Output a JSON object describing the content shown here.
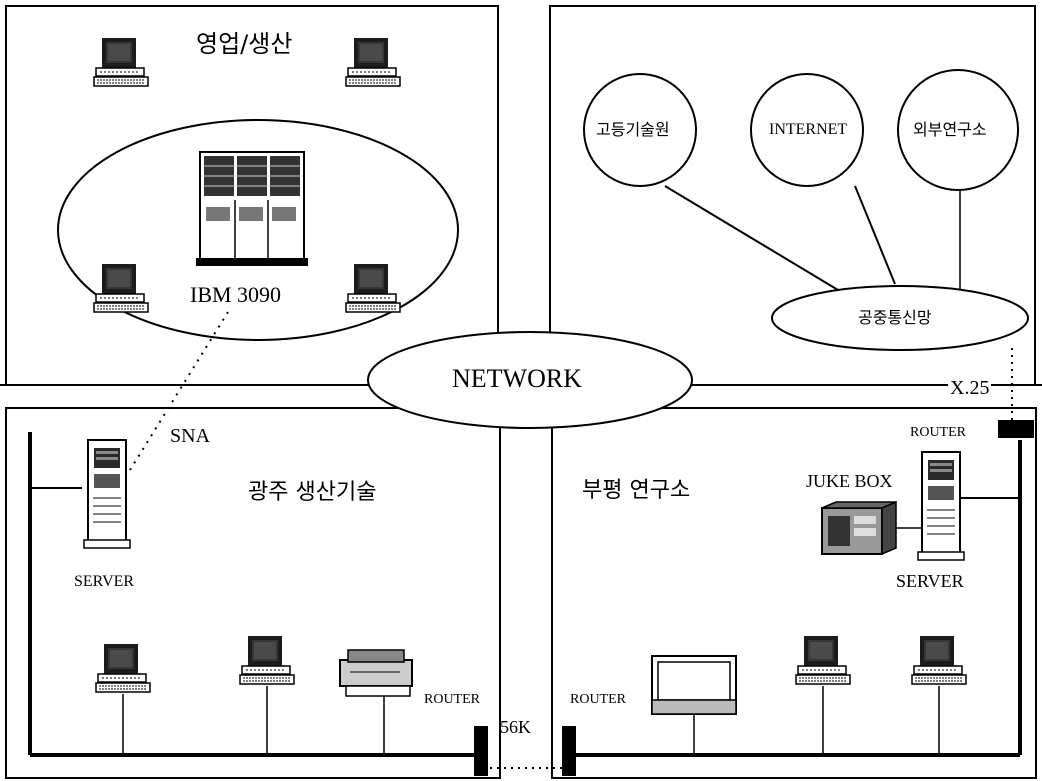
{
  "regions": {
    "top_left": {
      "title": "영업/생산",
      "host_label": "IBM 3090"
    },
    "top_right": {
      "clouds": [
        "고등기술원",
        "INTERNET",
        "외부연구소"
      ],
      "public_network": "공중통신망",
      "link_label": "X.25"
    },
    "bottom_left": {
      "title": "광주 생산기술",
      "server_label": "SERVER",
      "sna_label": "SNA",
      "router_label": "ROUTER"
    },
    "bottom_right": {
      "title": "부평 연구소",
      "router_top_label": "ROUTER",
      "jukebox_label": "JUKE BOX",
      "server_label": "SERVER",
      "router_label": "ROUTER"
    }
  },
  "center": {
    "network_label": "NETWORK",
    "wan_speed_label": "56K"
  }
}
